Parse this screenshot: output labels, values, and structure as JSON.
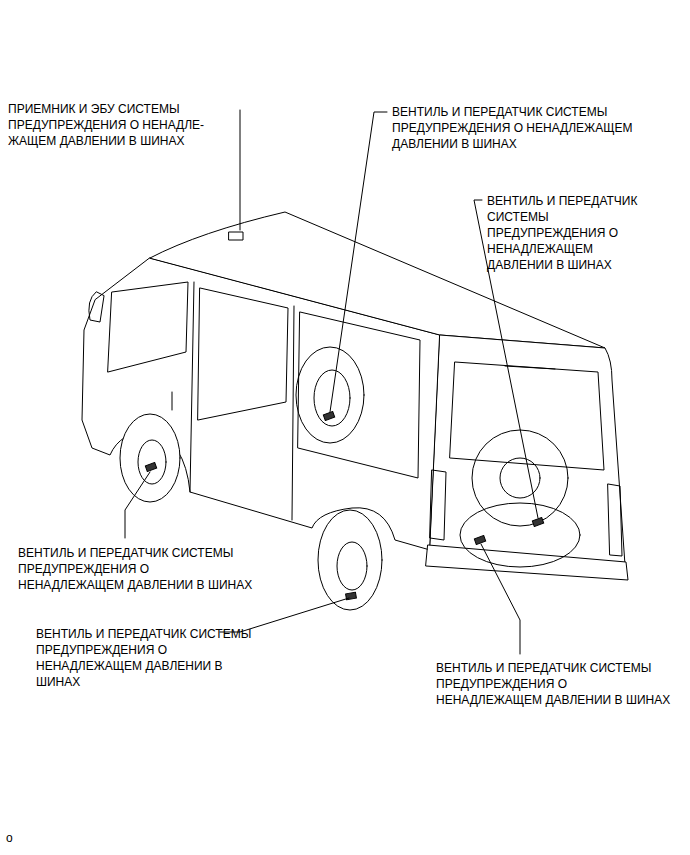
{
  "diagram": {
    "labels": [
      "ПРИЕМНИК И ЭБУ СИСТЕМЫ ПРЕДУПРЕЖДЕНИЯ О НЕНАДЛЕ- ЖАЩЕМ ДАВЛЕНИИ В ШИНАХ",
      "ВЕНТИЛЬ И ПЕРЕДАТЧИК СИСТЕМЫ ПРЕДУПРЕЖДЕНИЯ О НЕНАДЛЕЖАЩЕМ ДАВЛЕНИИ В ШИНАХ",
      "ВЕНТИЛЬ И ПЕРЕДАТЧИК СИСТЕМЫ ПРЕДУПРЕЖДЕНИЯ О НЕНАДЛЕЖАЩЕМ ДАВЛЕНИИ В ШИНАХ",
      "ВЕНТИЛЬ И ПЕРЕДАТЧИК СИСТЕМЫ ПРЕДУПРЕЖДЕНИЯ О НЕНАДЛЕЖАЩЕМ ДАВЛЕНИИ В ШИНАХ",
      "ВЕНТИЛЬ И ПЕРЕДАТЧИК СИСТЕМЫ ПРЕДУПРЕЖДЕНИЯ О НЕНАДЛЕЖАЩЕМ ДАВЛЕНИИ В ШИНАХ",
      "ВЕНТИЛЬ И ПЕРЕДАТЧИК СИСТЕМЫ ПРЕДУПРЕЖДЕНИЯ О НЕНАДЛЕЖАЩЕМ ДАВЛЕНИИ В ШИНАХ",
      "o"
    ]
  }
}
